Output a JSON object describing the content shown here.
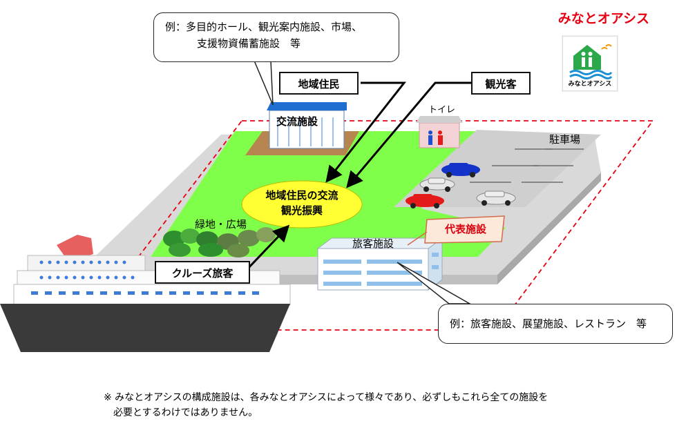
{
  "brand": {
    "title": "みなとオアシス",
    "logo_text": "みなとオアシス"
  },
  "callouts": {
    "top_line1": "例：多目的ホール、観光案内施設、市場、",
    "top_line2": "支援物資備蓄施設　等",
    "bottom": "例：旅客施設、展望施設、レストラン　等"
  },
  "tags": {
    "residents": "地域住民",
    "tourists": "観光客",
    "cruise": "クルーズ旅客"
  },
  "facilities": {
    "exchange": "交流施設",
    "toilet": "トイレ",
    "parking": "駐車場",
    "green": "緑地・広場",
    "passenger": "旅客施設",
    "representative": "代表施設"
  },
  "center": {
    "line1": "地域住民の交流",
    "line2": "観光振興"
  },
  "note": {
    "line1": "※ みなとオアシスの構成施設は、各みなとオアシスによって様々であり、必ずしもこれら全ての施設を",
    "line2": "　必要とするわけではありません。"
  },
  "colors": {
    "lawn": "#7fff4a",
    "pavement": "#dcdcdc",
    "boundary": "#e60012",
    "building_blue": "#1f6fd1",
    "brand_red": "#e60012",
    "logo_green": "#2aa84a"
  }
}
